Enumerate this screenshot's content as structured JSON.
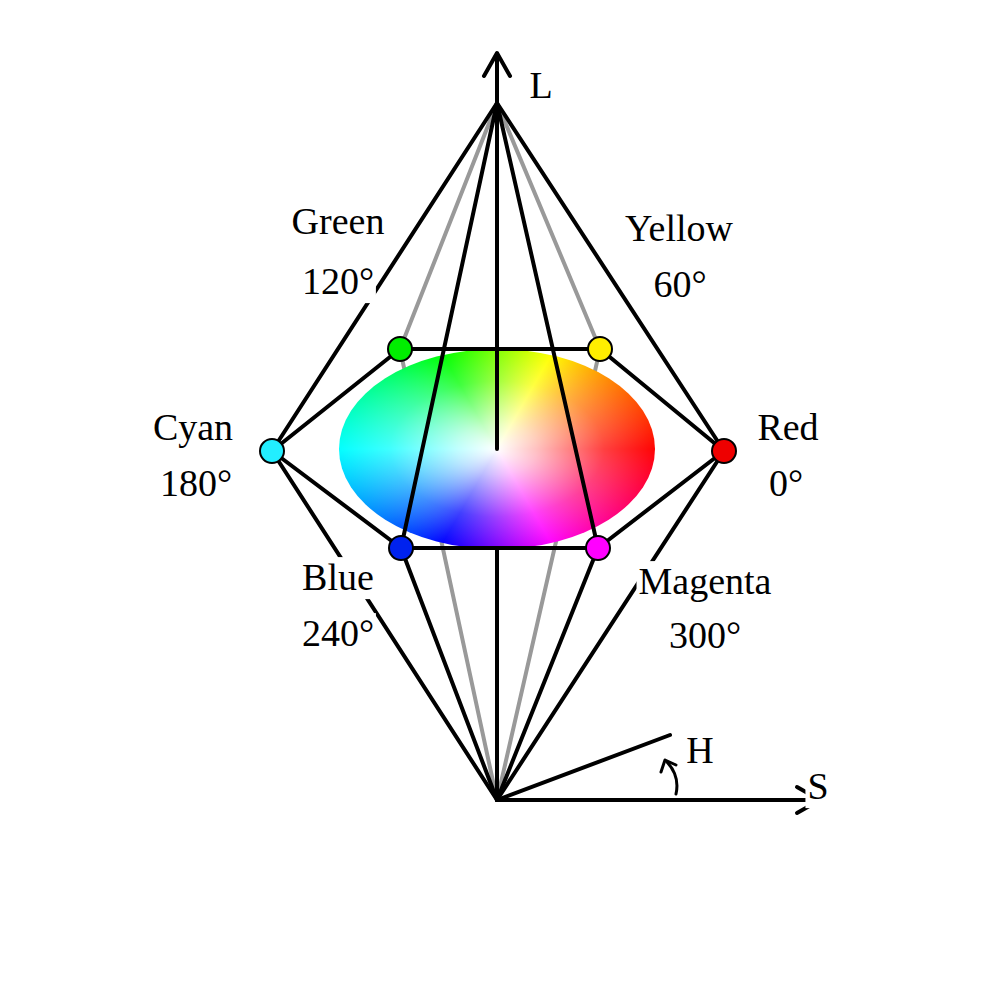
{
  "diagram": {
    "labels": [
      "L",
      "Green",
      "120°",
      "Yellow",
      "60°",
      "Cyan",
      "180°",
      "Red",
      "0°",
      "Blue",
      "240°",
      "Magenta",
      "300°",
      "H",
      "S"
    ]
  }
}
